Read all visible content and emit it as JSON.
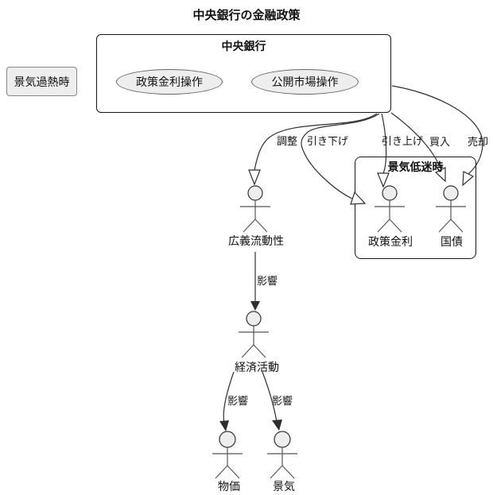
{
  "diagram_title": "中央銀行の金融政策",
  "note": {
    "label": "景気過熱時"
  },
  "central_bank": {
    "title": "中央銀行",
    "use_cases": [
      {
        "label": "政策金利操作"
      },
      {
        "label": "公開市場操作"
      }
    ]
  },
  "recession_group": {
    "title": "景気低迷時"
  },
  "actors": {
    "broad_liquidity": {
      "label": "広義流動性"
    },
    "policy_rate": {
      "label": "政策金利"
    },
    "gov_bonds": {
      "label": "国債"
    },
    "economic_activity": {
      "label": "経済活動"
    },
    "prices": {
      "label": "物価"
    },
    "business_climate": {
      "label": "景気"
    }
  },
  "edges": {
    "adjust": {
      "label": "調整"
    },
    "lower": {
      "label": "引き下げ"
    },
    "raise": {
      "label": "引き上げ"
    },
    "buy": {
      "label": "買入"
    },
    "sell": {
      "label": "売却"
    },
    "influence": {
      "label": "影響"
    }
  },
  "colors": {
    "border": "#181818",
    "line": "#2f2f2f",
    "shape_fill": "#eeeeee",
    "background": "#ffffff"
  }
}
